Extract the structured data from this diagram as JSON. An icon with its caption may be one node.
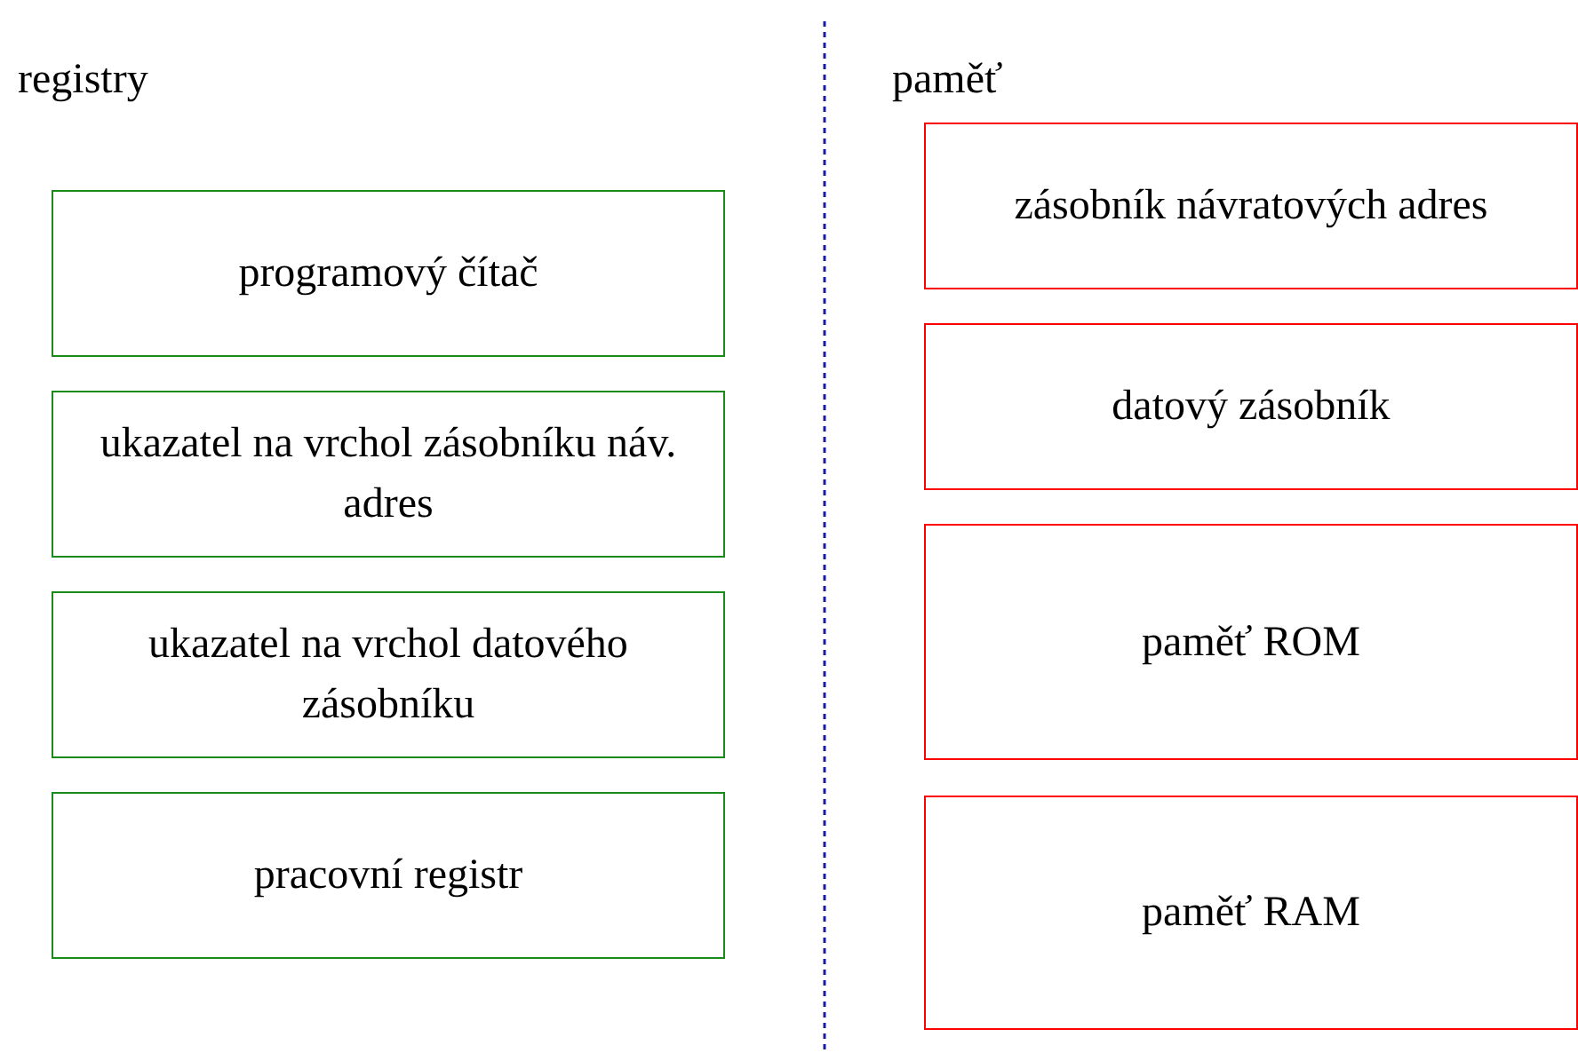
{
  "diagram": {
    "nodes": [
      {
        "text": [
          "programový čítač"
        ]
      },
      {
        "text": [
          "ukazatel na vrchol zásobníku náv. adres"
        ]
      },
      {
        "text": [
          "ukazatel na vrchol datového zásobníku"
        ]
      },
      {
        "text": [
          "pracovní registr"
        ]
      },
      {
        "text": [
          "zásobník návratových adres"
        ]
      },
      {
        "text": [
          "datový zásobník"
        ]
      },
      {
        "text": [
          "paměť ROM"
        ]
      },
      {
        "text": [
          "paměť RAM"
        ]
      }
    ],
    "labels": [
      "registry",
      "paměť"
    ]
  }
}
